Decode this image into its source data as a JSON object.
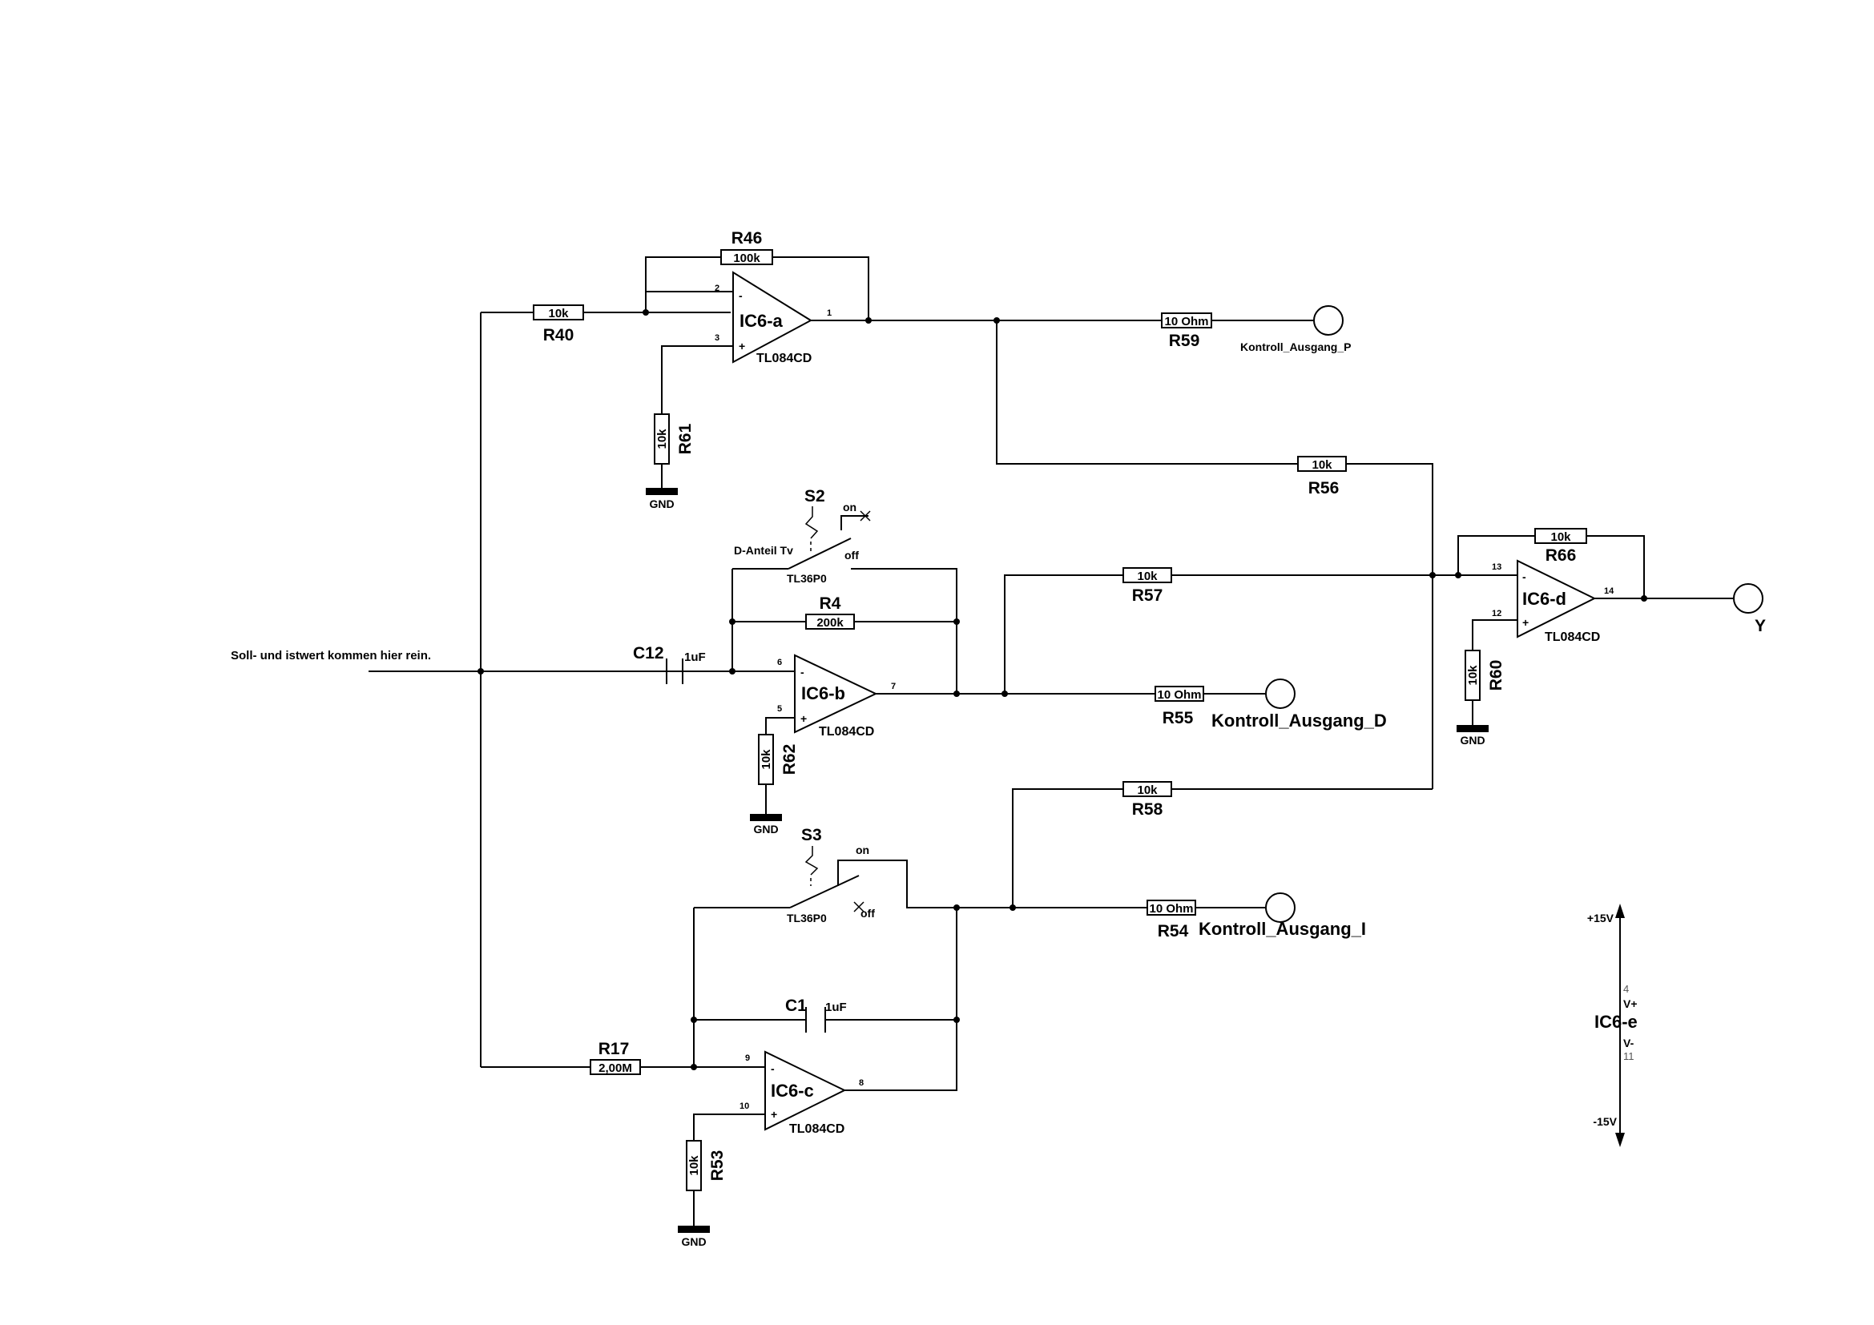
{
  "input_label": "Soll- und istwert kommen hier rein.",
  "opamps": {
    "a": {
      "name": "IC6-a",
      "model": "TL084CD",
      "pin_minus": "2",
      "pin_plus": "3",
      "pin_out": "1"
    },
    "b": {
      "name": "IC6-b",
      "model": "TL084CD",
      "pin_minus": "6",
      "pin_plus": "5",
      "pin_out": "7"
    },
    "c": {
      "name": "IC6-c",
      "model": "TL084CD",
      "pin_minus": "9",
      "pin_plus": "10",
      "pin_out": "8"
    },
    "d": {
      "name": "IC6-d",
      "model": "TL084CD",
      "pin_minus": "13",
      "pin_plus": "12",
      "pin_out": "14"
    }
  },
  "resistors": {
    "R46": {
      "ref": "R46",
      "value": "100k"
    },
    "R40": {
      "ref": "R40",
      "value": "10k"
    },
    "R61": {
      "ref": "R61",
      "value": "10k"
    },
    "R59": {
      "ref": "R59",
      "value": "10 Ohm"
    },
    "R56": {
      "ref": "R56",
      "value": "10k"
    },
    "R4": {
      "ref": "R4",
      "value": "200k"
    },
    "R57": {
      "ref": "R57",
      "value": "10k"
    },
    "R62": {
      "ref": "R62",
      "value": "10k"
    },
    "R55": {
      "ref": "R55",
      "value": "10 Ohm"
    },
    "R58": {
      "ref": "R58",
      "value": "10k"
    },
    "R54": {
      "ref": "R54",
      "value": "10 Ohm"
    },
    "R17": {
      "ref": "R17",
      "value": "2,00M"
    },
    "R53": {
      "ref": "R53",
      "value": "10k"
    },
    "R66": {
      "ref": "R66",
      "value": "10k"
    },
    "R60": {
      "ref": "R60",
      "value": "10k"
    }
  },
  "capacitors": {
    "C12": {
      "ref": "C12",
      "value": "1uF"
    },
    "C1": {
      "ref": "C1",
      "value": "1uF"
    }
  },
  "switches": {
    "S2": {
      "ref": "S2",
      "model": "TL36P0",
      "on": "on",
      "off": "off",
      "note": "D-Anteil Tv"
    },
    "S3": {
      "ref": "S3",
      "model": "TL36P0",
      "on": "on",
      "off": "off"
    }
  },
  "ground_label": "GND",
  "outputs": {
    "P": "Kontroll_Ausgang_P",
    "D": "Kontroll_Ausgang_D",
    "I": "Kontroll_Ausgang_I",
    "Y": "Y"
  },
  "power": {
    "name": "IC6-e",
    "pos_label": "+15V",
    "neg_label": "-15V",
    "vplus": "V+",
    "vminus": "V-",
    "pin_vplus": "4",
    "pin_vminus": "11"
  }
}
